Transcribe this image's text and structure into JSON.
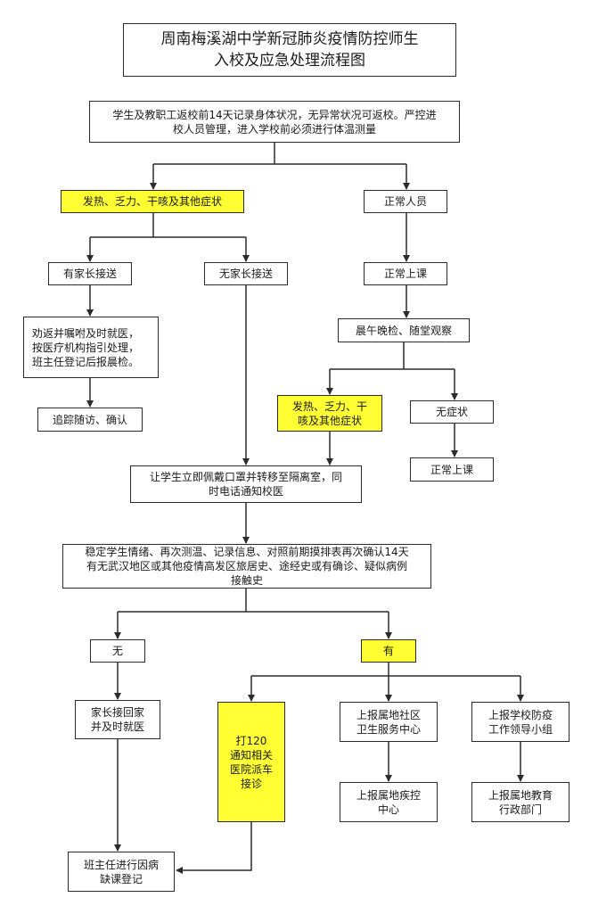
{
  "diagram": {
    "title": "周南梅溪湖中学新冠肺炎疫情防控师生\n入校及应急处理流程图",
    "nodes": {
      "entry": "学生及教职工返校前14天记录身体状况，无异常状况可返校。严控进\n校人员管理，进入学校前必须进行体温测量",
      "symptoms1": "发热、乏力、干咳及其他症状",
      "normal_person": "正常人员",
      "parent_pickup": "有家长接送",
      "no_parent": "无家长接送",
      "normal_class1": "正常上课",
      "advise_medical": "劝返并嘱咐及时就医，\n按医疗机构指引处理，\n班主任登记后报晨检。",
      "daily_check": "晨午晚检、随堂观察",
      "follow_up": "追踪随访、确认",
      "symptoms2": "发热、乏力、干\n咳及其他症状",
      "no_symptoms": "无症状",
      "normal_class2": "正常上课",
      "isolation": "让学生立即佩戴口罩并转移至隔离室，同\n时电话通知校医",
      "recheck": "稳定学生情绪、再次测温、记录信息、对照前期摸排表再次确认14天\n有无武汉地区或其他疫情高发区旅居史、途经史或有确诊、疑似病例\n接触史",
      "none": "无",
      "yes": "有",
      "parent_home": "家长接回家\n并及时就医",
      "call_120": "打120\n通知相关\n医院派车\n接诊",
      "report_community": "上报属地社区\n卫生服务中心",
      "report_school_leader": "上报学校防疫\n工作领导小组",
      "report_cdc": "上报属地疾控\n中心",
      "report_education": "上报属地教育\n行政部门",
      "absence_record": "班主任进行因病\n缺课登记"
    },
    "colors": {
      "highlight": "#ffff33",
      "stroke": "#2b2b2b"
    }
  }
}
